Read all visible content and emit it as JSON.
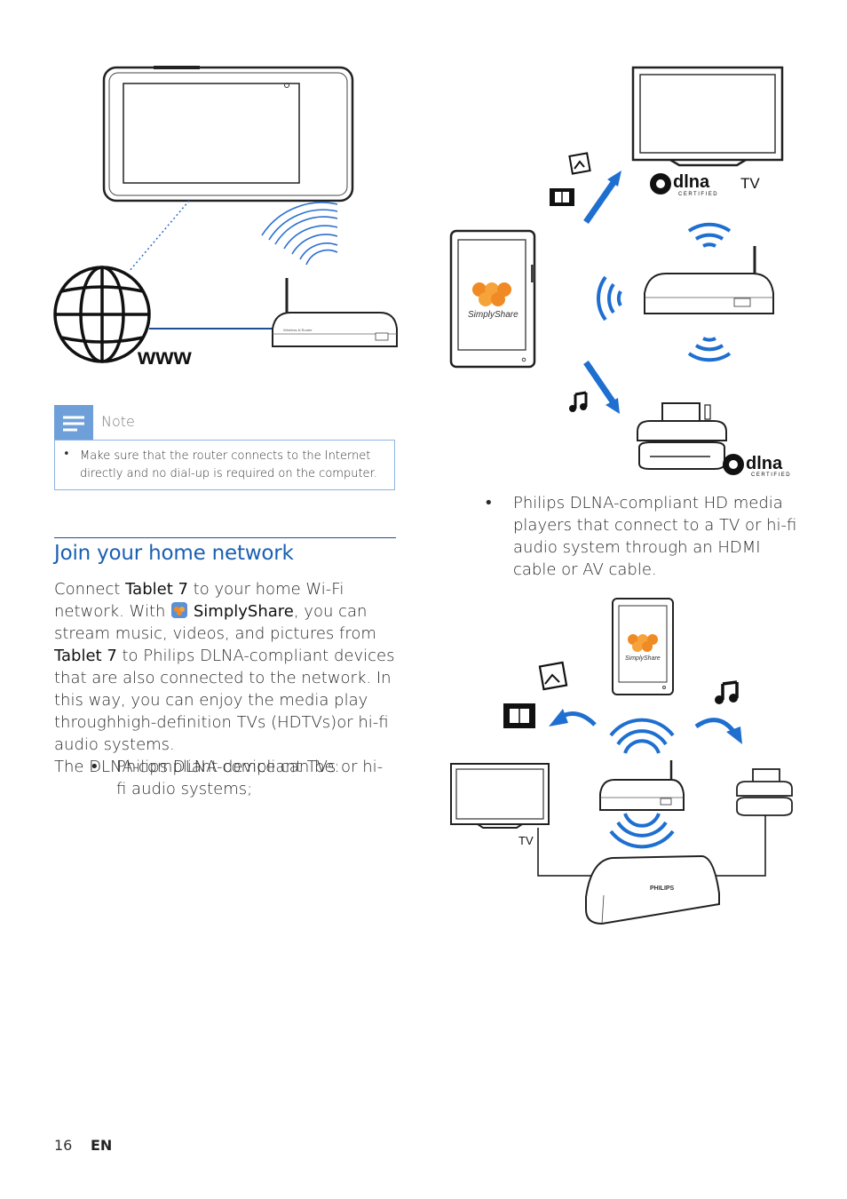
{
  "illustration_left": {
    "www_label": "www",
    "router_label": "Wireless-N Router"
  },
  "illustration_right_top": {
    "dlna_top": "dlna",
    "dlna_certified_top": "CERTIFIED",
    "tv_label": "TV",
    "app_label": "SimplyShare",
    "dlna_bottom": "dlna",
    "dlna_certified_bottom": "CERTIFIED"
  },
  "illustration_right_bottom": {
    "tv_label": "TV",
    "app_label": "SimplyShare",
    "player_brand": "PHILIPS"
  },
  "note": {
    "title": "Note",
    "bullet": "•",
    "text": "Make sure that the router connects to the Internet directly and no dial-up is required on the computer."
  },
  "section": {
    "heading": "Join your home network",
    "para_1": "Connect ",
    "para_product_1": "Tablet 7",
    "para_2": " to your home Wi-Fi network. With ",
    "para_app": "SimplyShare",
    "para_3": ", you can stream music, videos, and pictures from ",
    "para_product_2": "Tablet 7",
    "para_4": " to Philips DLNA-compliant devices that are also connected to the network. In this way, you can enjoy the media play throughhigh-definition TVs (HDTVs)or hi-fi audio systems.",
    "para_5": "The DLNA-compliant device can be:",
    "bullet_1": "Philips DLNA-compliant TVs or hi-fi audio systems;",
    "bullet_2": "Philips DLNA-compliant HD media players that connect to a TV or hi-fi audio system through an HDMI cable or AV cable.",
    "bullet_char": "•"
  },
  "footer": {
    "page_number": "16",
    "language": "EN"
  },
  "colors": {
    "accent_blue": "#1a5fb4",
    "note_blue": "#6f9fd8",
    "wifi_blue": "#1f6fd0"
  }
}
